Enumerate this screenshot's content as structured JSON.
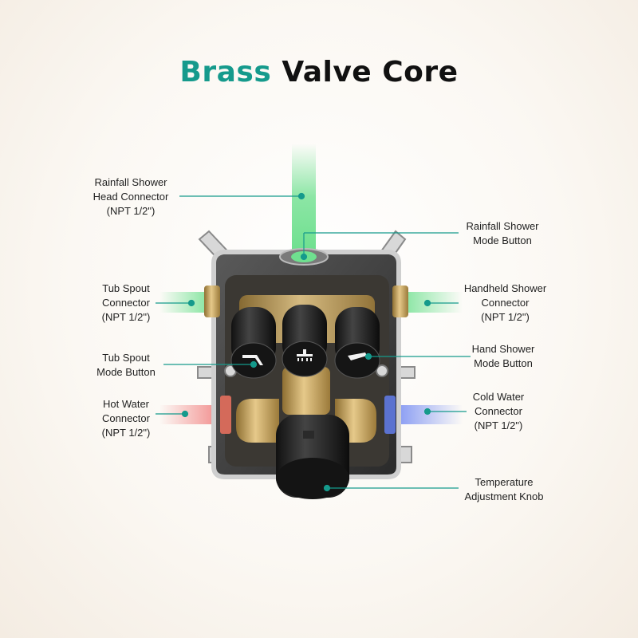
{
  "title": {
    "accent": "Brass",
    "rest": "Valve Core"
  },
  "labels": {
    "rainfall_connector": [
      "Rainfall Shower",
      "Head Connector",
      "(NPT 1/2\")"
    ],
    "rainfall_button": [
      "Rainfall Shower",
      "Mode Button"
    ],
    "tub_connector": [
      "Tub Spout",
      "Connector",
      "(NPT 1/2\")"
    ],
    "handheld_connector": [
      "Handheld Shower",
      "Connector",
      "(NPT 1/2\")"
    ],
    "tub_button": [
      "Tub Spout",
      "Mode Button"
    ],
    "hand_button": [
      "Hand Shower",
      "Mode Button"
    ],
    "hot_connector": [
      "Hot Water",
      "Connector",
      "(NPT 1/2\")"
    ],
    "cold_connector": [
      "Cold Water",
      "Connector",
      "(NPT 1/2\")"
    ],
    "temp_knob": [
      "Temperature",
      "Adjustment Knob"
    ]
  },
  "colors": {
    "accent": "#159a8c",
    "leader": "#159a8c",
    "green_pipe": "#6fe08f",
    "red_pipe": "#f07a7a",
    "blue_pipe": "#6e86f2",
    "brass": "#c9a45a",
    "housing": "#3a3a3a"
  }
}
